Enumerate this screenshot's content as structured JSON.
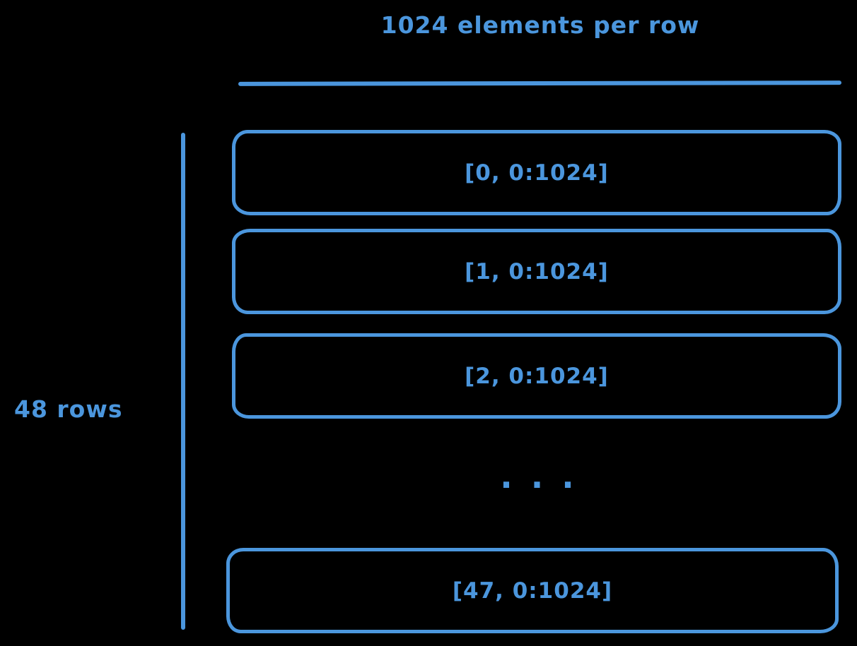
{
  "diagram": {
    "title": "1024 elements per row",
    "rows_label": "48 rows",
    "ellipsis": ". . .",
    "boxes": [
      {
        "label": "[0, 0:1024]"
      },
      {
        "label": "[1, 0:1024]"
      },
      {
        "label": "[2, 0:1024]"
      },
      {
        "label": "[47, 0:1024]"
      }
    ],
    "colors": {
      "stroke": "#4b96dd",
      "background": "#000000"
    }
  }
}
